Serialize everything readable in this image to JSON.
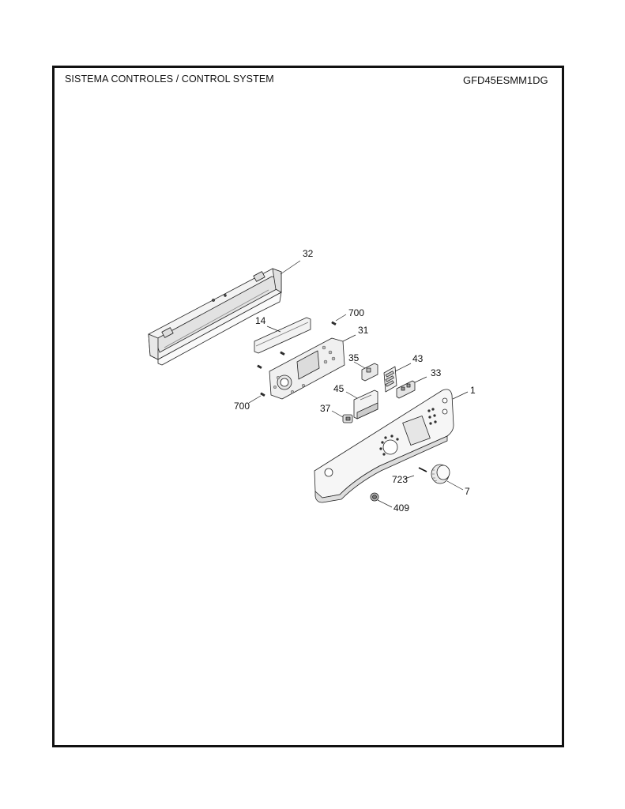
{
  "header": {
    "title": "SISTEMA CONTROLES / CONTROL SYSTEM",
    "model": "GFD45ESMM1DG"
  },
  "diagram": {
    "type": "exploded-parts-view",
    "parts": [
      {
        "id": "32",
        "label": "32",
        "name": "control-panel-bracket"
      },
      {
        "id": "14",
        "label": "14",
        "name": "bracket-strip"
      },
      {
        "id": "700a",
        "label": "700",
        "name": "screw-upper"
      },
      {
        "id": "31",
        "label": "31",
        "name": "control-board"
      },
      {
        "id": "35",
        "label": "35",
        "name": "button-switch-35"
      },
      {
        "id": "43",
        "label": "43",
        "name": "button-set-43"
      },
      {
        "id": "33",
        "label": "33",
        "name": "button-switch-33"
      },
      {
        "id": "45",
        "label": "45",
        "name": "display-lens"
      },
      {
        "id": "1",
        "label": "1",
        "name": "control-console-panel"
      },
      {
        "id": "700b",
        "label": "700",
        "name": "screw-lower"
      },
      {
        "id": "37",
        "label": "37",
        "name": "power-button"
      },
      {
        "id": "723",
        "label": "723",
        "name": "knob-pin"
      },
      {
        "id": "7",
        "label": "7",
        "name": "selector-knob"
      },
      {
        "id": "409",
        "label": "409",
        "name": "indicator-cap"
      }
    ]
  },
  "colors": {
    "line": "#111111",
    "part_fill": "#f4f4f4",
    "part_shade": "#d8d8d8",
    "background": "#ffffff"
  }
}
